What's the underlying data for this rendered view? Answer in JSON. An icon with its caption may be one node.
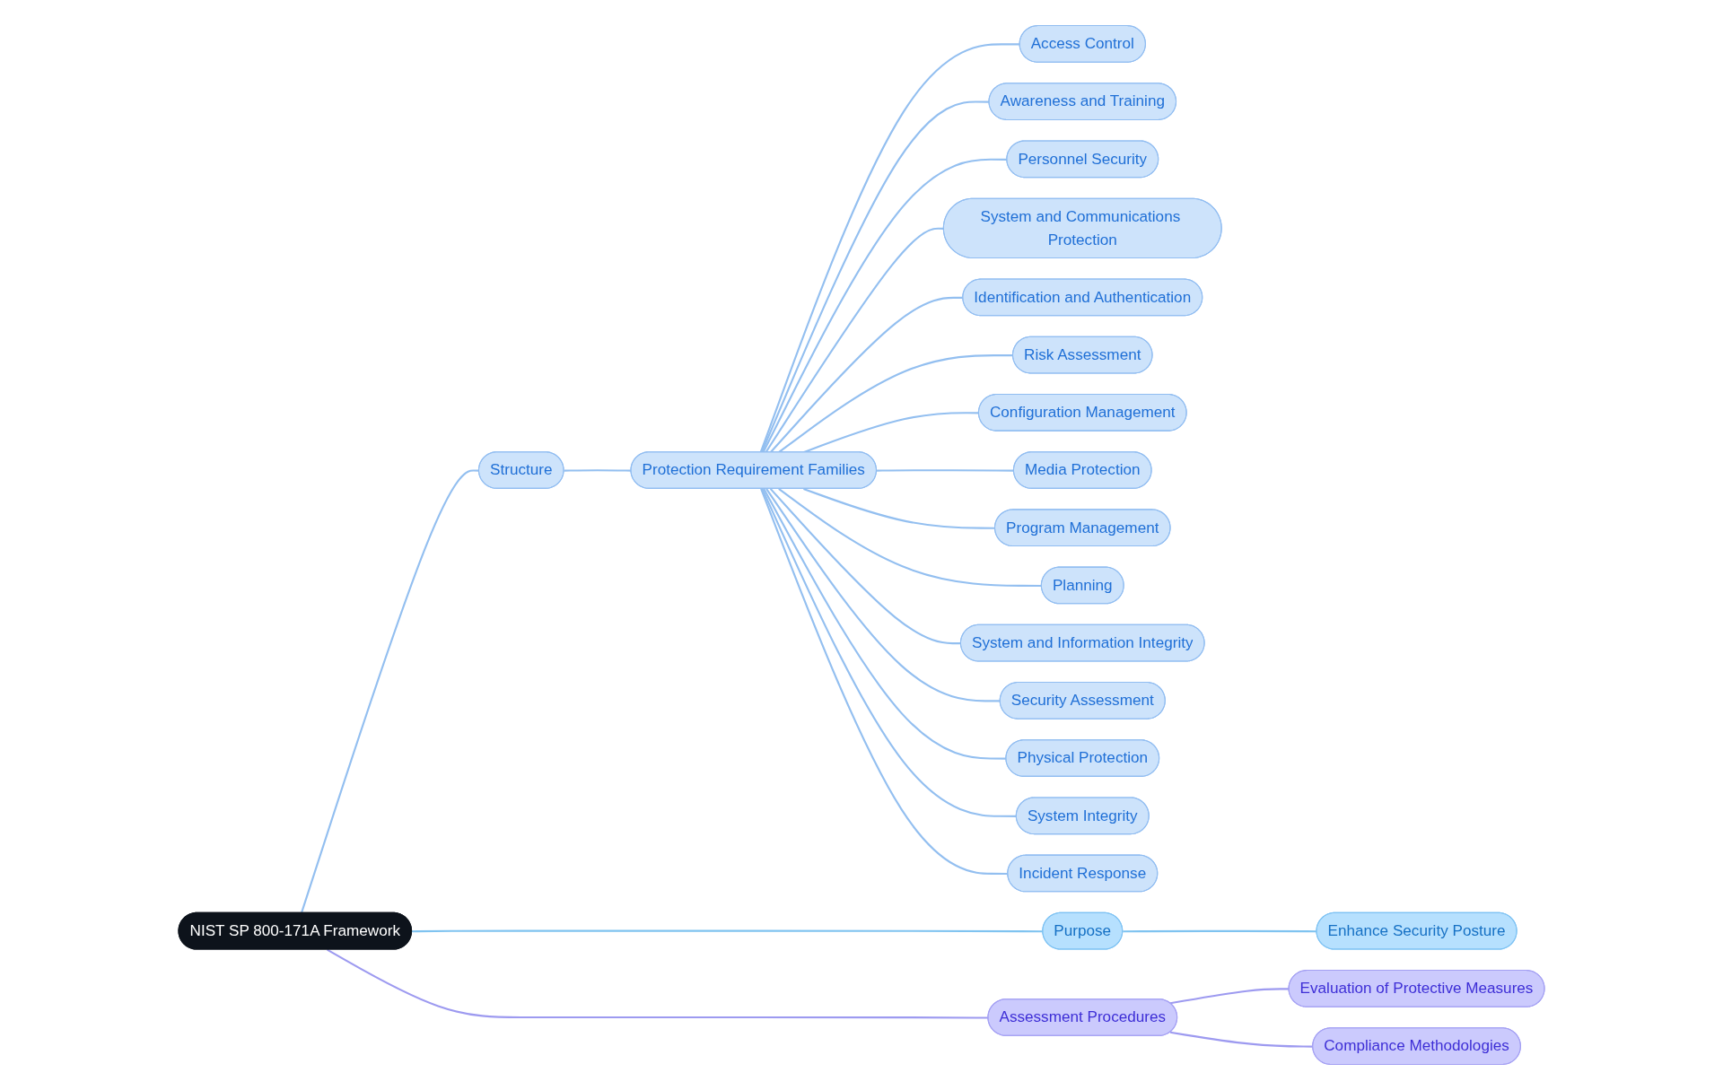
{
  "diagram": {
    "nodes": [
      {
        "text": [
          "NIST SP 800-171A Framework"
        ]
      },
      {
        "text": [
          "Structure"
        ]
      },
      {
        "text": [
          "Protection Requirement Families"
        ]
      },
      {
        "text": [
          "Access Control"
        ]
      },
      {
        "text": [
          "Awareness and Training"
        ]
      },
      {
        "text": [
          "Personnel Security"
        ]
      },
      {
        "text": [
          "System and Communications Protection"
        ]
      },
      {
        "text": [
          "Identification and Authentication"
        ]
      },
      {
        "text": [
          "Risk Assessment"
        ]
      },
      {
        "text": [
          "Configuration Management"
        ]
      },
      {
        "text": [
          "Media Protection"
        ]
      },
      {
        "text": [
          "Program Management"
        ]
      },
      {
        "text": [
          "Planning"
        ]
      },
      {
        "text": [
          "System and Information Integrity"
        ]
      },
      {
        "text": [
          "Security Assessment"
        ]
      },
      {
        "text": [
          "Physical Protection"
        ]
      },
      {
        "text": [
          "System Integrity"
        ]
      },
      {
        "text": [
          "Incident Response"
        ]
      },
      {
        "text": [
          "Purpose"
        ]
      },
      {
        "text": [
          "Enhance Security Posture"
        ]
      },
      {
        "text": [
          "Assessment Procedures"
        ]
      },
      {
        "text": [
          "Evaluation of Protective Measures"
        ]
      },
      {
        "text": [
          "Compliance Methodologies"
        ]
      }
    ],
    "edges": [
      {
        "from": 0,
        "to": 1,
        "arrow": "none"
      },
      {
        "from": 1,
        "to": 2,
        "arrow": "none"
      },
      {
        "from": 2,
        "to": 3,
        "arrow": "none"
      },
      {
        "from": 2,
        "to": 4,
        "arrow": "none"
      },
      {
        "from": 2,
        "to": 5,
        "arrow": "none"
      },
      {
        "from": 2,
        "to": 6,
        "arrow": "none"
      },
      {
        "from": 2,
        "to": 7,
        "arrow": "none"
      },
      {
        "from": 2,
        "to": 8,
        "arrow": "none"
      },
      {
        "from": 2,
        "to": 9,
        "arrow": "none"
      },
      {
        "from": 2,
        "to": 10,
        "arrow": "none"
      },
      {
        "from": 2,
        "to": 11,
        "arrow": "none"
      },
      {
        "from": 2,
        "to": 12,
        "arrow": "none"
      },
      {
        "from": 2,
        "to": 13,
        "arrow": "none"
      },
      {
        "from": 2,
        "to": 14,
        "arrow": "none"
      },
      {
        "from": 2,
        "to": 15,
        "arrow": "none"
      },
      {
        "from": 2,
        "to": 16,
        "arrow": "none"
      },
      {
        "from": 2,
        "to": 17,
        "arrow": "none"
      },
      {
        "from": 0,
        "to": 18,
        "arrow": "none",
        "color": "#7fc3f0"
      },
      {
        "from": 18,
        "to": 19,
        "arrow": "none",
        "color": "#7fc3f0"
      },
      {
        "from": 0,
        "to": 20,
        "arrow": "none",
        "color": "#9d9af0"
      },
      {
        "from": 20,
        "to": 21,
        "arrow": "none",
        "color": "#9d9af0"
      },
      {
        "from": 20,
        "to": 22,
        "arrow": "none",
        "color": "#9d9af0"
      }
    ]
  }
}
